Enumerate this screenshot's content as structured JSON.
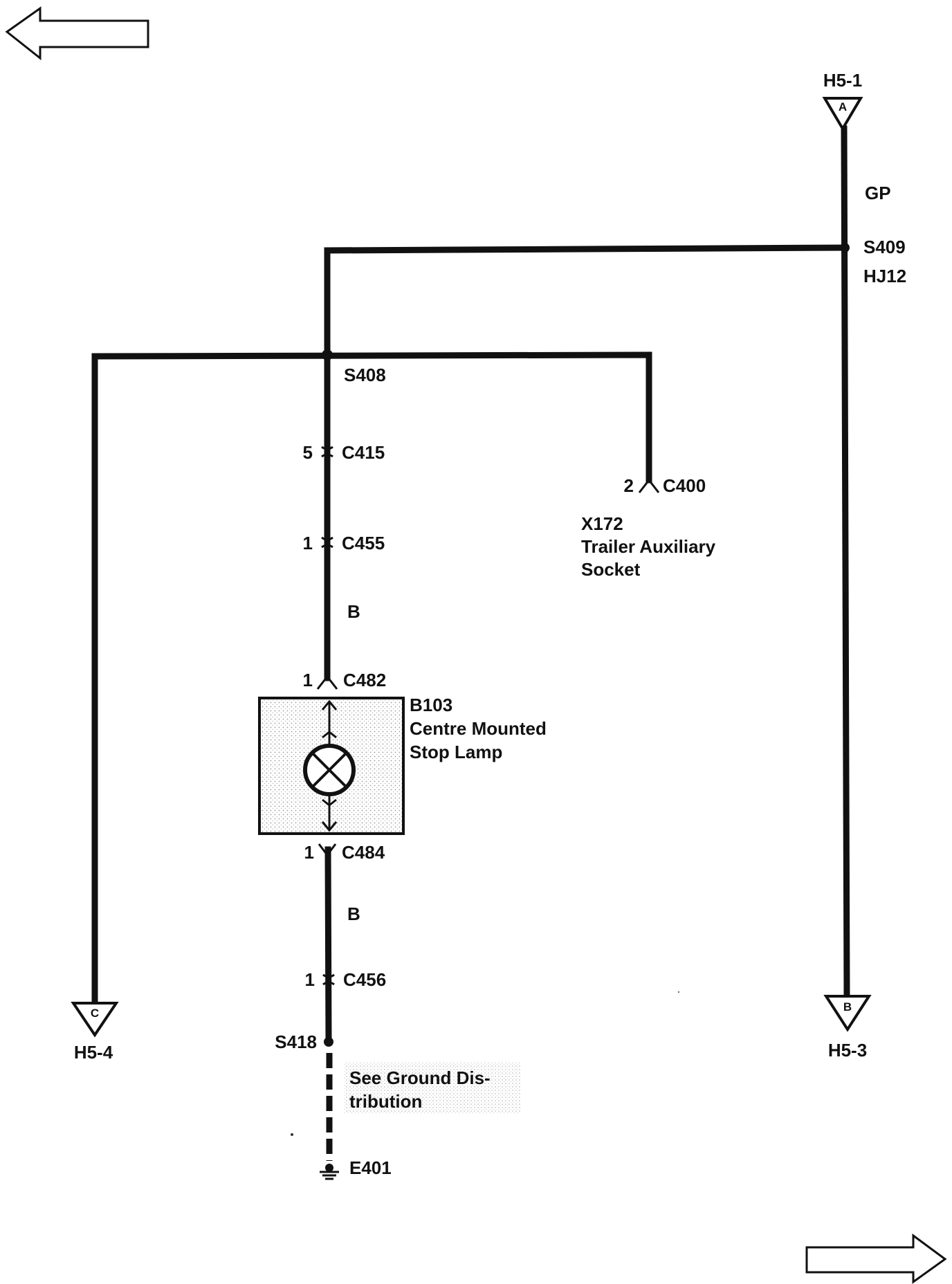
{
  "nav": {
    "back_icon": "left-arrow-icon",
    "forward_icon": "right-arrow-icon"
  },
  "connectors": {
    "top": {
      "ref": "H5-1",
      "letter": "A"
    },
    "left": {
      "ref": "H5-4",
      "letter": "C"
    },
    "right": {
      "ref": "H5-3",
      "letter": "B"
    }
  },
  "wires": {
    "gp": "GP",
    "b_upper": "B",
    "b_lower": "B"
  },
  "splices": {
    "s409": "S409",
    "hj12": "HJ12",
    "s408": "S408",
    "s418": "S418"
  },
  "connector_pins": {
    "c415": {
      "pin": "5",
      "name": "C415"
    },
    "c455": {
      "pin": "1",
      "name": "C455"
    },
    "c400": {
      "pin": "2",
      "name": "C400"
    },
    "c482": {
      "pin": "1",
      "name": "C482"
    },
    "c484": {
      "pin": "1",
      "name": "C484"
    },
    "c456": {
      "pin": "1",
      "name": "C456"
    }
  },
  "components": {
    "trailer_socket": {
      "id": "X172",
      "line1": "Trailer Auxiliary",
      "line2": "Socket"
    },
    "stop_lamp": {
      "id": "B103",
      "line1": "Centre Mounted",
      "line2": "Stop Lamp"
    }
  },
  "ground": {
    "note_line1": "See Ground Dis-",
    "note_line2": "tribution",
    "id": "E401"
  }
}
